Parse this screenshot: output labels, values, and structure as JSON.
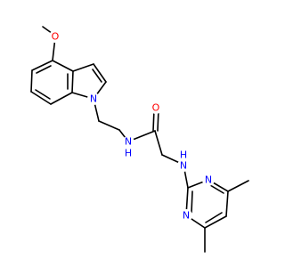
{
  "molecule": {
    "colors": {
      "bond": "#000000",
      "nitrogen": "#0000ff",
      "oxygen": "#ff0000"
    },
    "atom_labels": {
      "o_methoxy": "O",
      "n_indole": "N",
      "n_amide": "N",
      "h_amide": "H",
      "o_carbonyl": "O",
      "n_amine": "N",
      "h_amine": "H",
      "n_pyr_1": "N",
      "n_pyr_2": "N"
    }
  }
}
